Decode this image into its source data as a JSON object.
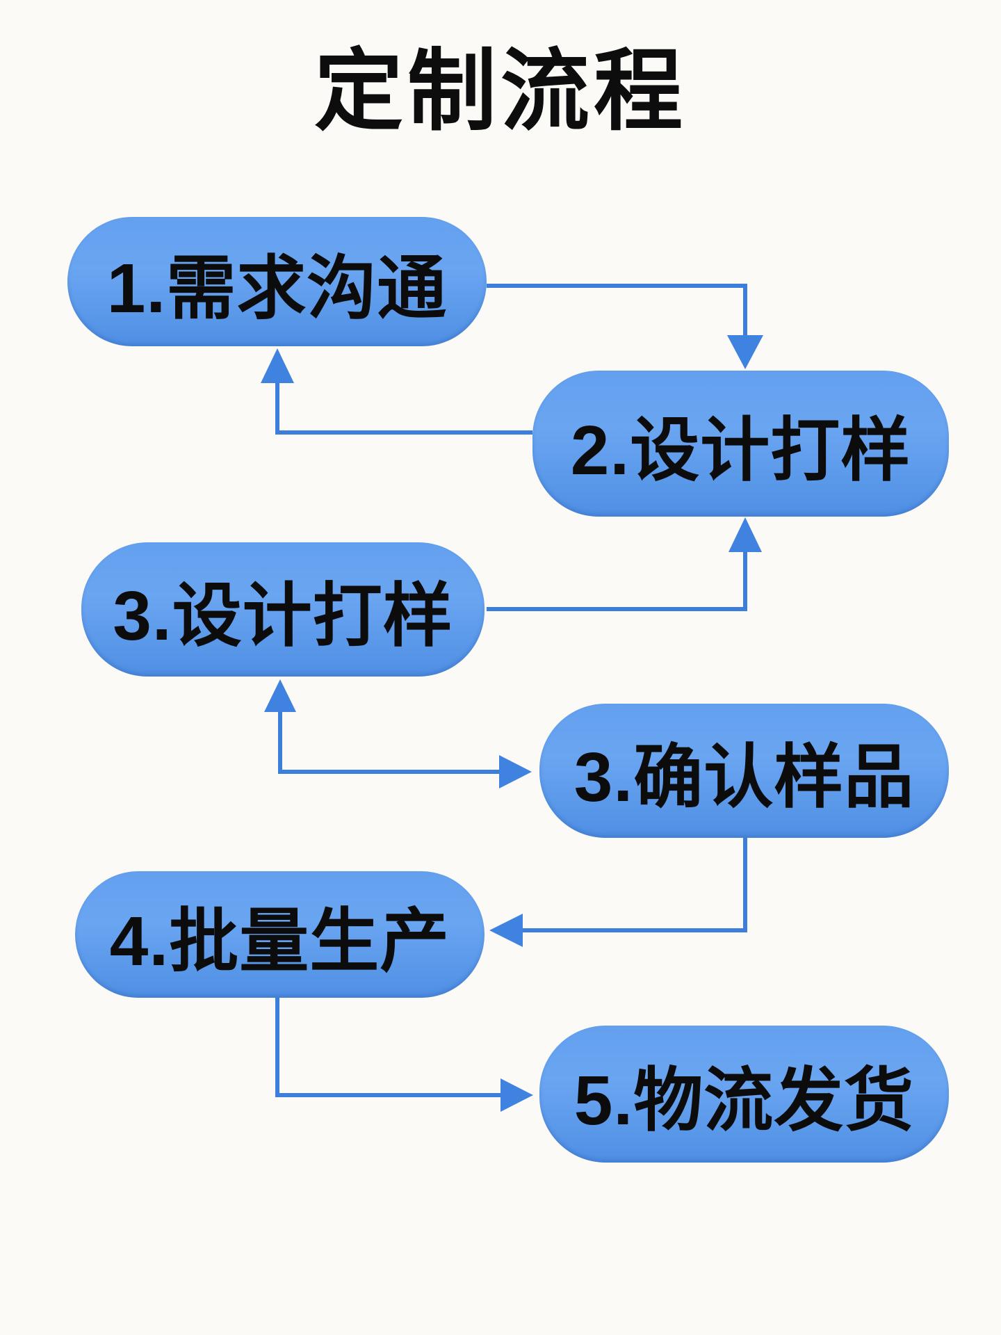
{
  "title": "定制流程",
  "colors": {
    "node_fill": "#5B99EA",
    "node_fill_light": "#6AA5F1",
    "node_fill_dark": "#4F8FE4",
    "connector": "#3B7EDC",
    "text": "#0D0D0D",
    "background": "#FBFAF7"
  },
  "nodes": [
    {
      "id": "step-1",
      "label": "1.需求沟通"
    },
    {
      "id": "step-2",
      "label": "2.设计打样"
    },
    {
      "id": "step-3",
      "label": "3.设计打样"
    },
    {
      "id": "step-4",
      "label": "3.确认样品"
    },
    {
      "id": "step-5",
      "label": "4.批量生产"
    },
    {
      "id": "step-6",
      "label": "5.物流发货"
    }
  ],
  "edges": [
    {
      "from": "step-1",
      "to": "step-2",
      "arrowheads": "end",
      "shape": "right-then-down"
    },
    {
      "from": "step-2",
      "to": "step-1",
      "arrowheads": "end",
      "shape": "left-then-up"
    },
    {
      "from": "step-3",
      "to": "step-2",
      "arrowheads": "end",
      "shape": "right-then-up"
    },
    {
      "from": "step-4",
      "to": "step-3",
      "arrowheads": "both",
      "shape": "corner-up-and-right"
    },
    {
      "from": "step-4",
      "to": "step-5",
      "arrowheads": "end",
      "shape": "down-then-left"
    },
    {
      "from": "step-5",
      "to": "step-6",
      "arrowheads": "end",
      "shape": "down-then-right"
    }
  ]
}
